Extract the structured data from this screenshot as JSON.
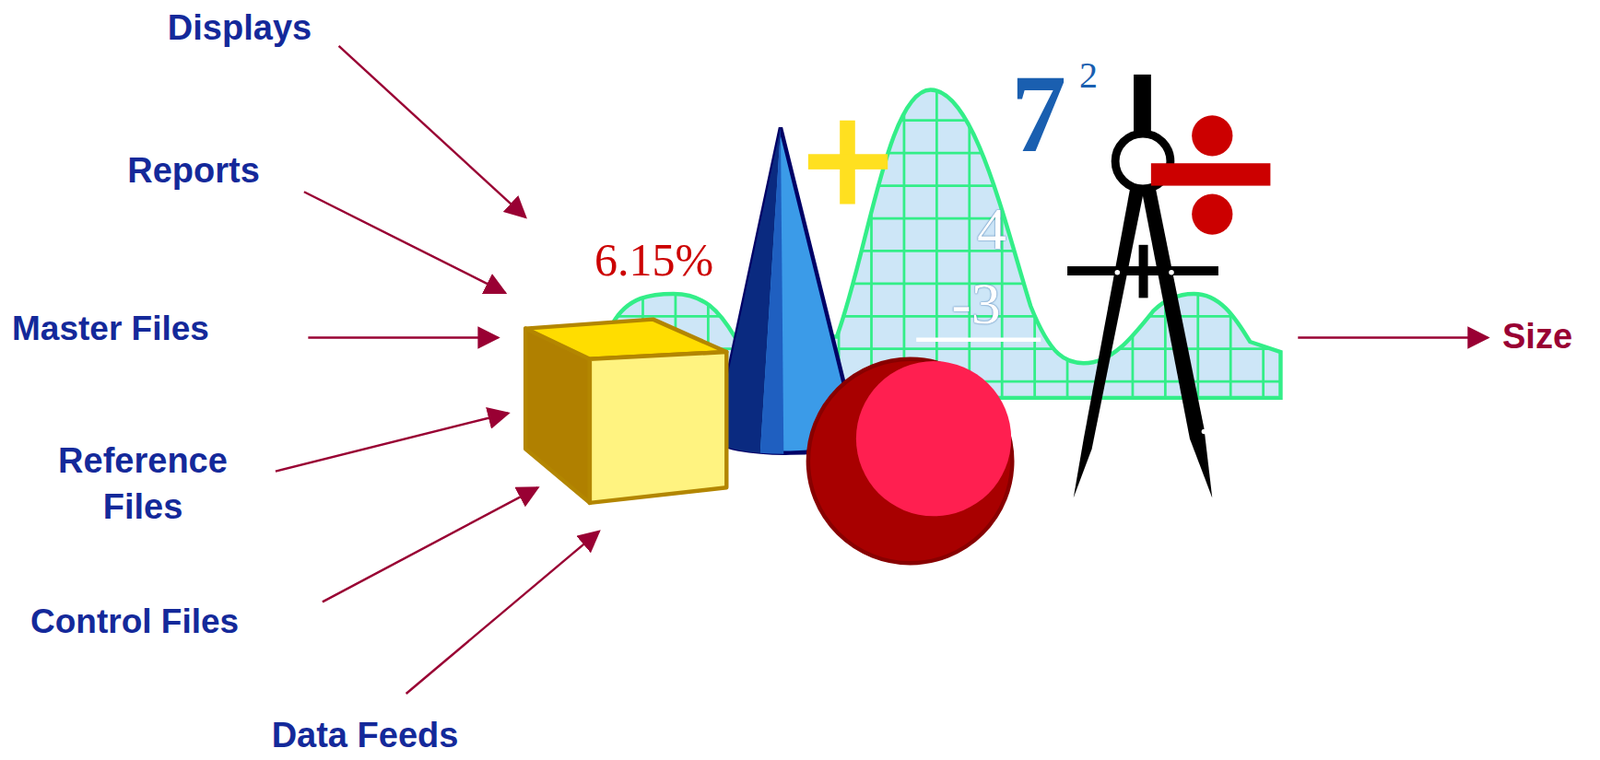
{
  "diagram": {
    "labels": [
      "Displays",
      "Reports",
      "Master Files",
      "Reference Files",
      "Control Files",
      "Data Feeds",
      "Size",
      "6.15%",
      "7",
      "2",
      "4",
      "-3"
    ]
  }
}
